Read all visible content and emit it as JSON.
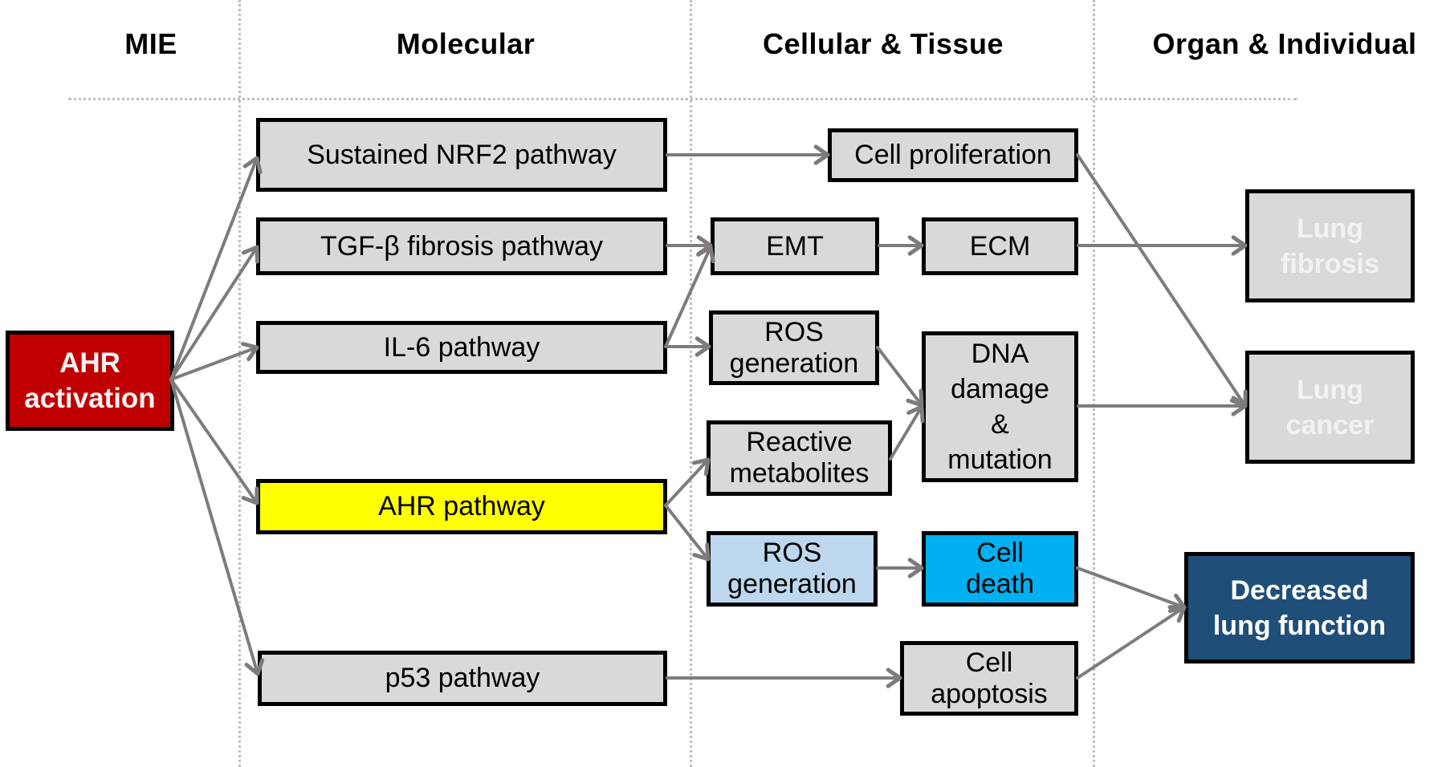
{
  "diagram": {
    "columns": [
      {
        "id": "mie",
        "label": "MIE"
      },
      {
        "id": "molecular",
        "label": "Molecular"
      },
      {
        "id": "cellular",
        "label": "Cellular & Tissue"
      },
      {
        "id": "organ",
        "label": "Organ & Individual"
      }
    ],
    "nodes": {
      "ahr_activation": {
        "label": "AHR\nactivation",
        "fill": "#c00000",
        "text_color": "#f2f2f2",
        "column": "mie"
      },
      "nrf2": {
        "label": "Sustained NRF2 pathway",
        "fill": "#d9d9d9",
        "text_color": "#000000",
        "column": "molecular"
      },
      "tgfb": {
        "label": "TGF-β fibrosis pathway",
        "fill": "#d9d9d9",
        "text_color": "#000000",
        "column": "molecular"
      },
      "il6": {
        "label": "IL-6 pathway",
        "fill": "#d9d9d9",
        "text_color": "#000000",
        "column": "molecular"
      },
      "ahr_pathway": {
        "label": "AHR pathway",
        "fill": "#ffff00",
        "text_color": "#000000",
        "column": "molecular"
      },
      "p53": {
        "label": "p53 pathway",
        "fill": "#d9d9d9",
        "text_color": "#000000",
        "column": "molecular"
      },
      "cell_proliferation": {
        "label": "Cell proliferation",
        "fill": "#d9d9d9",
        "text_color": "#000000",
        "column": "cellular"
      },
      "emt": {
        "label": "EMT",
        "fill": "#d9d9d9",
        "text_color": "#000000",
        "column": "cellular"
      },
      "ecm": {
        "label": "ECM",
        "fill": "#d9d9d9",
        "text_color": "#000000",
        "column": "cellular"
      },
      "ros_1": {
        "label": "ROS\ngeneration",
        "fill": "#d9d9d9",
        "text_color": "#000000",
        "column": "cellular"
      },
      "reactive_metabolites": {
        "label": "Reactive\nmetabolites",
        "fill": "#d9d9d9",
        "text_color": "#000000",
        "column": "cellular"
      },
      "dna_damage": {
        "label": "DNA\ndamage\n&\nmutation",
        "fill": "#d9d9d9",
        "text_color": "#000000",
        "column": "cellular"
      },
      "ros_2": {
        "label": "ROS\ngeneration",
        "fill": "#bdd7ee",
        "text_color": "#000000",
        "column": "cellular"
      },
      "cell_death": {
        "label": "Cell\ndeath",
        "fill": "#00b0f0",
        "text_color": "#000000",
        "column": "cellular"
      },
      "cell_apoptosis": {
        "label": "Cell\napoptosis",
        "fill": "#d9d9d9",
        "text_color": "#000000",
        "column": "cellular"
      },
      "lung_fibrosis": {
        "label": "Lung\nfibrosis",
        "fill": "#d9d9d9",
        "text_color": "#f2f2f2",
        "column": "organ"
      },
      "lung_cancer": {
        "label": "Lung\ncancer",
        "fill": "#d9d9d9",
        "text_color": "#f2f2f2",
        "column": "organ"
      },
      "decreased_lung_function": {
        "label": "Decreased\nlung function",
        "fill": "#1f4e79",
        "text_color": "#ffffff",
        "column": "organ"
      }
    },
    "edges": [
      {
        "from": "ahr_activation",
        "to": "nrf2"
      },
      {
        "from": "ahr_activation",
        "to": "tgfb"
      },
      {
        "from": "ahr_activation",
        "to": "il6"
      },
      {
        "from": "ahr_activation",
        "to": "ahr_pathway"
      },
      {
        "from": "ahr_activation",
        "to": "p53"
      },
      {
        "from": "nrf2",
        "to": "cell_proliferation"
      },
      {
        "from": "tgfb",
        "to": "emt"
      },
      {
        "from": "il6",
        "to": "emt"
      },
      {
        "from": "il6",
        "to": "ros_1"
      },
      {
        "from": "emt",
        "to": "ecm"
      },
      {
        "from": "ros_1",
        "to": "dna_damage"
      },
      {
        "from": "reactive_metabolites",
        "to": "dna_damage"
      },
      {
        "from": "ahr_pathway",
        "to": "reactive_metabolites"
      },
      {
        "from": "ahr_pathway",
        "to": "ros_2"
      },
      {
        "from": "ros_2",
        "to": "cell_death"
      },
      {
        "from": "p53",
        "to": "cell_apoptosis"
      },
      {
        "from": "cell_proliferation",
        "to": "lung_cancer"
      },
      {
        "from": "ecm",
        "to": "lung_fibrosis"
      },
      {
        "from": "dna_damage",
        "to": "lung_cancer"
      },
      {
        "from": "cell_death",
        "to": "decreased_lung_function"
      },
      {
        "from": "cell_apoptosis",
        "to": "decreased_lung_function"
      }
    ],
    "colors": {
      "arrow": "#7f7b7c",
      "border": "#000000",
      "gridline": "#bfbfbf"
    }
  }
}
